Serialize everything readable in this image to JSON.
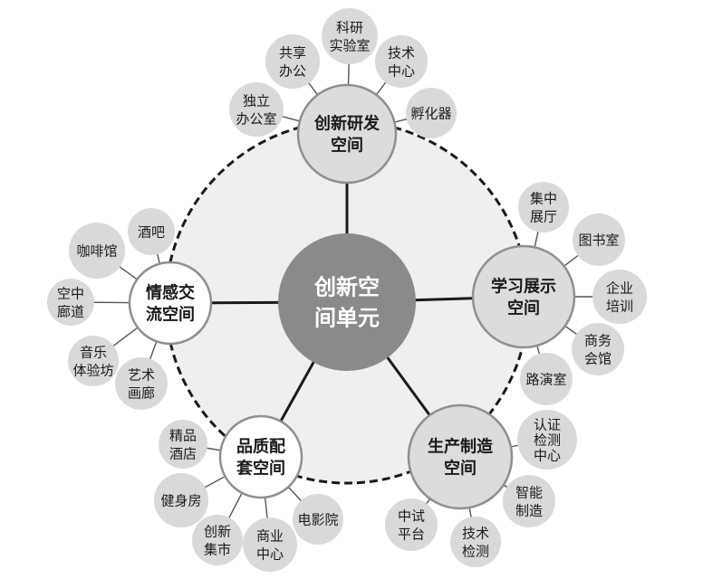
{
  "colors": {
    "center_fill": "#8a8a8a",
    "hub_gray": "#dcdcdc",
    "hub_white": "#ffffff",
    "leaf_fill": "#d9d9d9",
    "ring_fill": "#efefef",
    "line": "#1a1a1a",
    "leaf_line": "#555555"
  },
  "center": {
    "lines": [
      "创新空",
      "间单元"
    ]
  },
  "hubs": [
    {
      "id": "rd",
      "lines": [
        "创新研发",
        "空间"
      ],
      "style": "gray",
      "leaves": [
        {
          "lines": [
            "独立",
            "办公室"
          ]
        },
        {
          "lines": [
            "共享",
            "办公"
          ]
        },
        {
          "lines": [
            "科研",
            "实验室"
          ]
        },
        {
          "lines": [
            "技术",
            "中心"
          ]
        },
        {
          "lines": [
            "孵化器"
          ]
        }
      ]
    },
    {
      "id": "study",
      "lines": [
        "学习展示",
        "空间"
      ],
      "style": "gray",
      "leaves": [
        {
          "lines": [
            "集中",
            "展厅"
          ]
        },
        {
          "lines": [
            "图书室"
          ]
        },
        {
          "lines": [
            "企业",
            "培训"
          ]
        },
        {
          "lines": [
            "商务",
            "会馆"
          ]
        },
        {
          "lines": [
            "路演室"
          ]
        }
      ]
    },
    {
      "id": "prod",
      "lines": [
        "生产制造",
        "空间"
      ],
      "style": "gray",
      "leaves": [
        {
          "lines": [
            "认证",
            "检测",
            "中心"
          ]
        },
        {
          "lines": [
            "智能",
            "制造"
          ]
        },
        {
          "lines": [
            "技术",
            "检测"
          ]
        },
        {
          "lines": [
            "中试",
            "平台"
          ]
        }
      ]
    },
    {
      "id": "quality",
      "lines": [
        "品质配",
        "套空间"
      ],
      "style": "white",
      "leaves": [
        {
          "lines": [
            "精品",
            "酒店"
          ]
        },
        {
          "lines": [
            "健身房"
          ]
        },
        {
          "lines": [
            "创新",
            "集市"
          ]
        },
        {
          "lines": [
            "商业",
            "中心"
          ]
        },
        {
          "lines": [
            "电影院"
          ]
        }
      ]
    },
    {
      "id": "emotion",
      "lines": [
        "情感交",
        "流空间"
      ],
      "style": "white",
      "leaves": [
        {
          "lines": [
            "酒吧"
          ]
        },
        {
          "lines": [
            "咖啡馆"
          ]
        },
        {
          "lines": [
            "空中",
            "廊道"
          ]
        },
        {
          "lines": [
            "音乐",
            "体验坊"
          ]
        },
        {
          "lines": [
            "艺术",
            "画廊"
          ]
        }
      ]
    }
  ]
}
